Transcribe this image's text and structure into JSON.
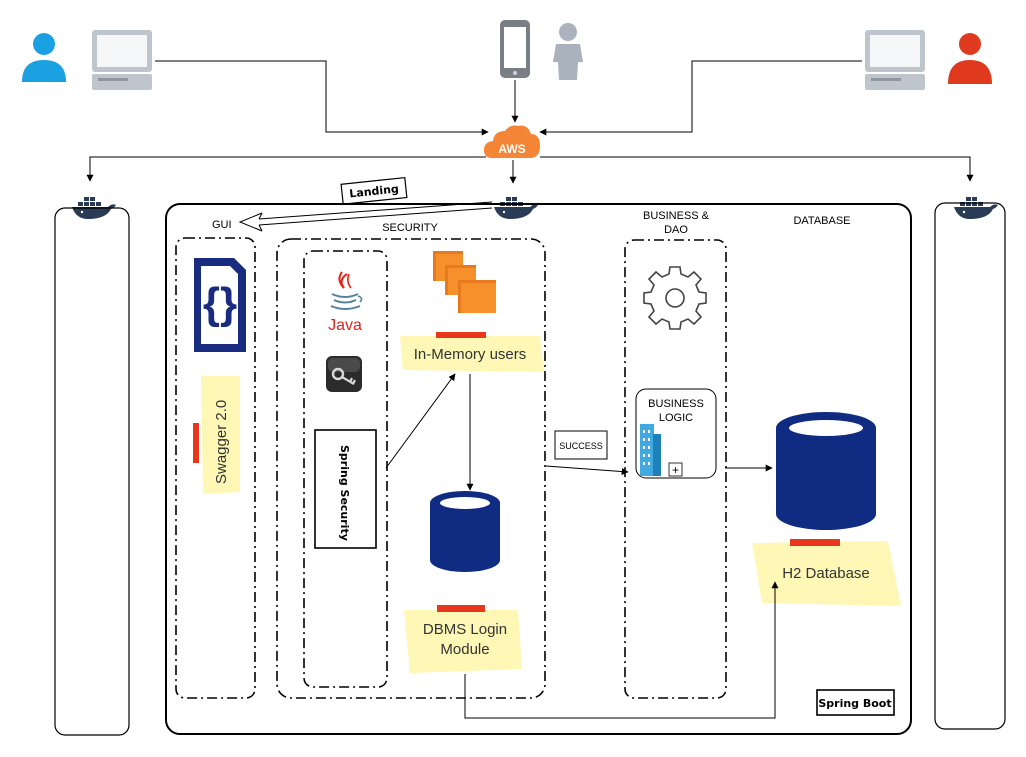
{
  "clouds": {
    "aws": "AWS"
  },
  "labels": {
    "landing": "Landing",
    "gui": "GUI",
    "security": "SECURITY",
    "business_dao_line1": "BUSINESS &",
    "business_dao_line2": "DAO",
    "database": "DATABASE",
    "swagger": "Swagger 2.0",
    "java": "Java",
    "spring_security": "Spring Security",
    "in_memory_users": "In-Memory users",
    "dbms_login_line1": "DBMS Login",
    "dbms_login_line2": "Module",
    "success": "SUCCESS",
    "business_logic_line1": "BUSINESS",
    "business_logic_line2": "LOGIC",
    "h2_database": "H2 Database",
    "spring_boot": "Spring Boot",
    "plus": "+"
  },
  "colors": {
    "user_blue": "#1BA1E2",
    "user_red": "#E03A1E",
    "user_grey": "#A9B2BD",
    "aws_orange": "#F58536",
    "docker_navy": "#2A3B55",
    "db_navy": "#0F2B82",
    "note_yellow": "#FFF7B5",
    "tape_red": "#E8371A",
    "swagger_navy": "#1A2C80",
    "java_red": "#E2231A",
    "java_blue": "#5382A1",
    "aws_box_orange": "#F5902A",
    "building_blue": "#3FA9E0"
  },
  "icons": [
    "user-icon",
    "computer-icon",
    "mobile-phone-icon",
    "aws-cloud-icon",
    "docker-whale-icon",
    "swagger-icon",
    "java-logo-icon",
    "key-icon",
    "aws-instances-icon",
    "gear-icon",
    "building-icon",
    "database-icon"
  ]
}
